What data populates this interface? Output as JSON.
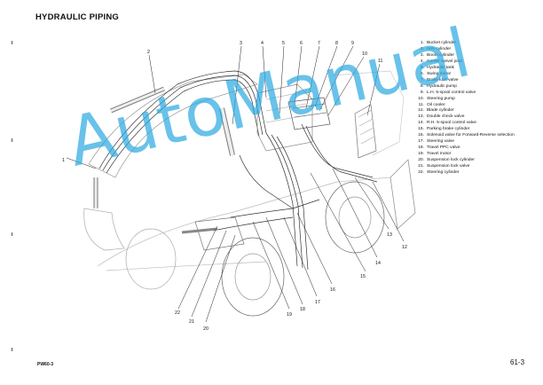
{
  "header": {
    "title": "HYDRAULIC PIPING"
  },
  "legend": [
    {
      "num": "1.",
      "label": "Bucket cylinder"
    },
    {
      "num": "2.",
      "label": "Arm cylinder"
    },
    {
      "num": "3.",
      "label": "Boom cylinder"
    },
    {
      "num": "4.",
      "label": "Center swivel joint"
    },
    {
      "num": "5.",
      "label": "Hydraulic tank"
    },
    {
      "num": "6.",
      "label": "Swing motor"
    },
    {
      "num": "7.",
      "label": "Brake lock valve"
    },
    {
      "num": "8.",
      "label": "Hydraulic pump"
    },
    {
      "num": "9.",
      "label": "L.H. 5-spool control valve"
    },
    {
      "num": "10.",
      "label": "Steering pump"
    },
    {
      "num": "11.",
      "label": "Oil cooler"
    },
    {
      "num": "12.",
      "label": "Blade cylinder"
    },
    {
      "num": "13.",
      "label": "Double check valve"
    },
    {
      "num": "14.",
      "label": "R.H. 5-spool control valve"
    },
    {
      "num": "15.",
      "label": "Parking brake cylinder"
    },
    {
      "num": "16.",
      "label": "Solenoid valve for Forward-Reverse selection"
    },
    {
      "num": "17.",
      "label": "Steering valve"
    },
    {
      "num": "18.",
      "label": "Travel PPC valve"
    },
    {
      "num": "19.",
      "label": "Travel motor"
    },
    {
      "num": "20.",
      "label": "Suspension lock cylinder"
    },
    {
      "num": "21.",
      "label": "Suspension lock valve"
    },
    {
      "num": "22.",
      "label": "Steering cylinder"
    }
  ],
  "callouts": [
    "1",
    "2",
    "3",
    "4",
    "5",
    "6",
    "7",
    "8",
    "9",
    "10",
    "11",
    "12",
    "13",
    "14",
    "15",
    "16",
    "17",
    "18",
    "19",
    "20",
    "21",
    "22"
  ],
  "watermark": "AutoManual",
  "footer": {
    "model": "PW60-3",
    "page": "61-3"
  }
}
